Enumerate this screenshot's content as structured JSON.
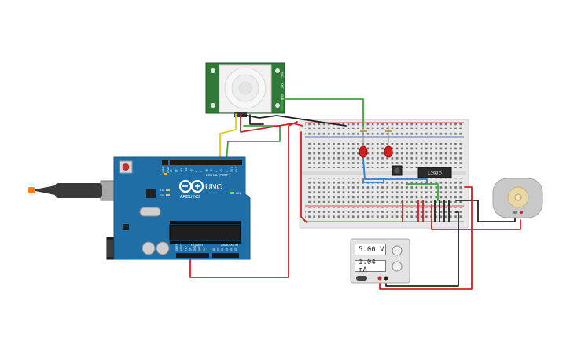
{
  "arduino": {
    "brand": "ARDUINO",
    "model": "UNO",
    "digital_header_label": "DIGITAL (PWM~)",
    "power_label": "POWER",
    "analog_label": "ANALOG IN",
    "led_labels": [
      "L",
      "TX",
      "RX"
    ],
    "on_label": "ON",
    "aref_gnd": [
      "AREF",
      "GND"
    ],
    "digital_pins": [
      "13",
      "12",
      "~11",
      "~10",
      "~9",
      "8",
      "7",
      "~6",
      "~5",
      "4",
      "~3",
      "2",
      "TX 1",
      "RX 0"
    ],
    "power_pins": [
      "IOREF",
      "RESET",
      "3.3V",
      "5V",
      "GND",
      "GND",
      "Vin"
    ],
    "analog_pins": [
      "A0",
      "A1",
      "A2",
      "A3",
      "A4",
      "A5"
    ]
  },
  "pir_sensor": {
    "pin_labels": [
      "VCC",
      "OUT",
      "GND"
    ]
  },
  "motor_driver": {
    "label": "L293D"
  },
  "power_supply": {
    "voltage": "5.00 V",
    "current": "1.04 mA"
  },
  "colors": {
    "arduino_board": "#1f6fa6",
    "pir_board": "#2f7a36",
    "breadboard": "#e9e9e9",
    "wire_red": "#d42020",
    "wire_black": "#222222",
    "wire_green": "#3aa63a",
    "wire_yellow": "#e5c619",
    "wire_blue": "#2f7fd6",
    "led": "#d42020",
    "motor": "#c9c9c9"
  },
  "icons": {
    "usb": "usb-b-connector-icon",
    "barrel": "dc-barrel-jack-icon",
    "reset": "reset-button-icon",
    "logo": "arduino-infinity-logo-icon"
  }
}
